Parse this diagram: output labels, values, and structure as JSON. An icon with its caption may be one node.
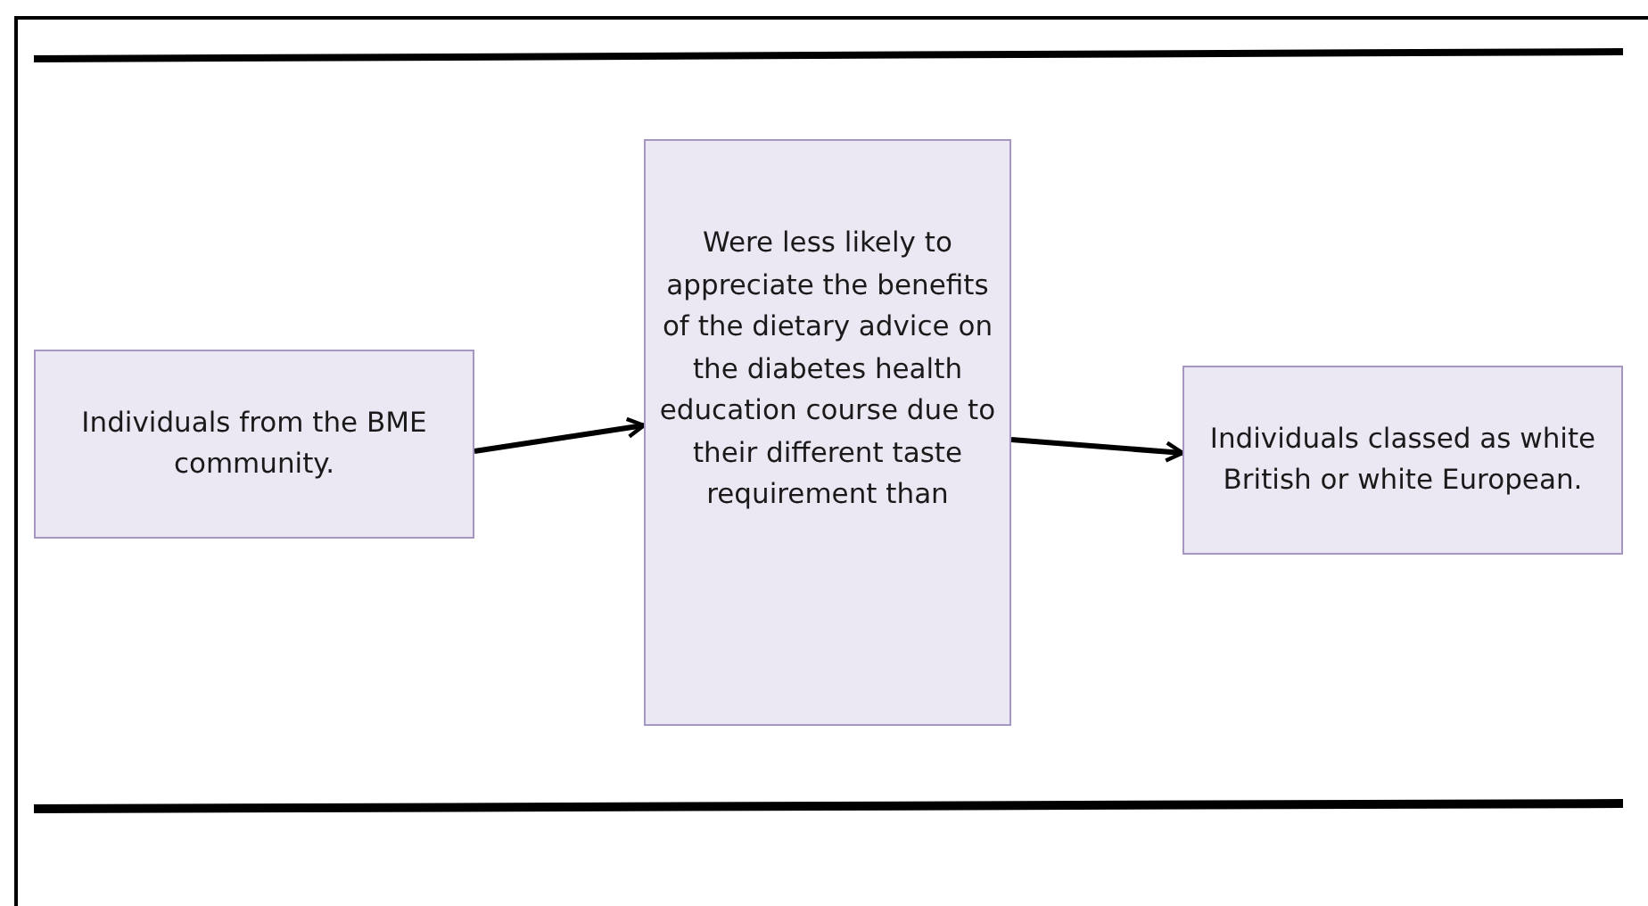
{
  "diagram": {
    "nodes": [
      {
        "text": [
          "Individuals from the BME community."
        ]
      },
      {
        "text": [
          "Were less likely to appreciate the benefits of the dietary advice on the diabetes health education course due to their different taste requirement than"
        ]
      },
      {
        "text": [
          "Individuals classed as white British or white European."
        ]
      }
    ],
    "edges": [
      {
        "from": 0,
        "to": 1,
        "arrow": "to"
      },
      {
        "from": 1,
        "to": 2,
        "arrow": "to"
      }
    ]
  }
}
